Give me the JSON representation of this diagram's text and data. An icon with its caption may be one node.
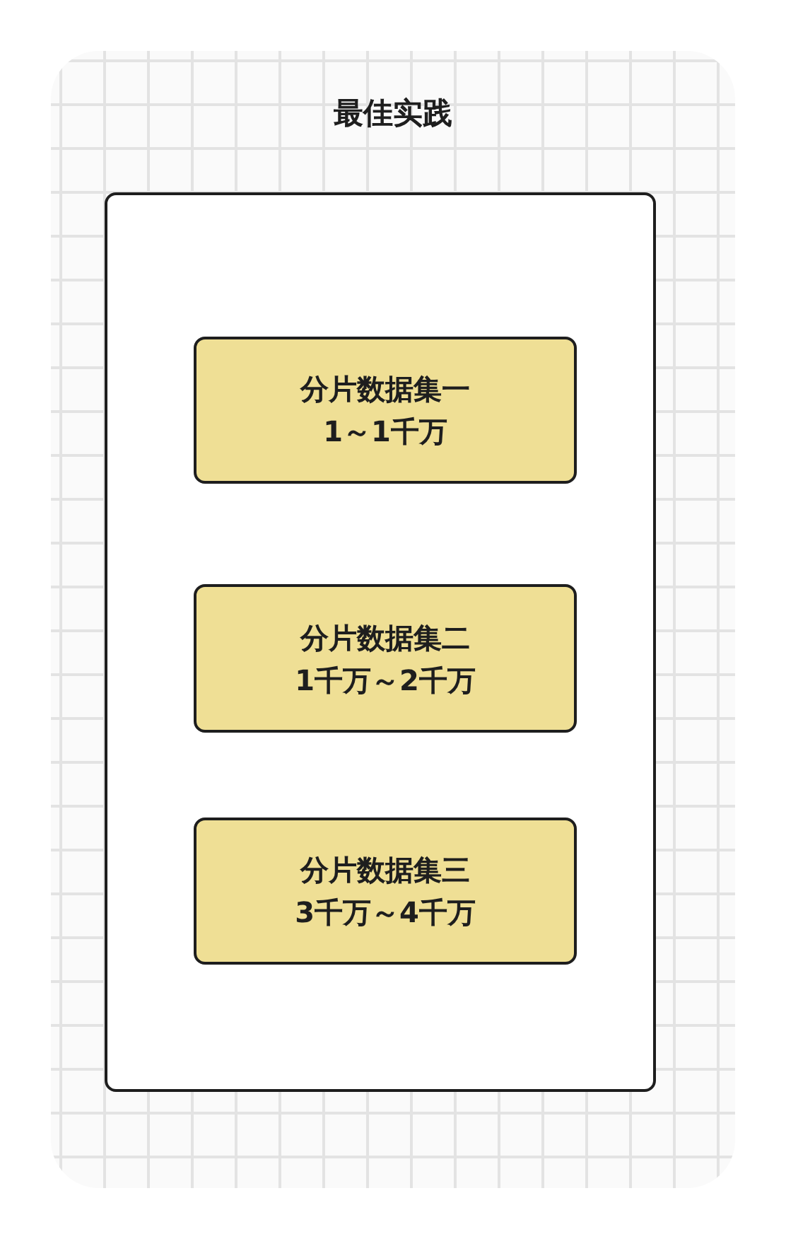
{
  "diagram": {
    "title": "最佳实践",
    "nodes": [
      {
        "text": [],
        "shape": "box"
      },
      {
        "text": [
          "分片数据集一",
          "1～1千万"
        ],
        "in": 0
      },
      {
        "text": [
          "分片数据集二",
          "1千万～2千万"
        ],
        "in": 0
      },
      {
        "text": [
          "分片数据集三",
          "3千万～4千万"
        ],
        "in": 0
      }
    ]
  }
}
